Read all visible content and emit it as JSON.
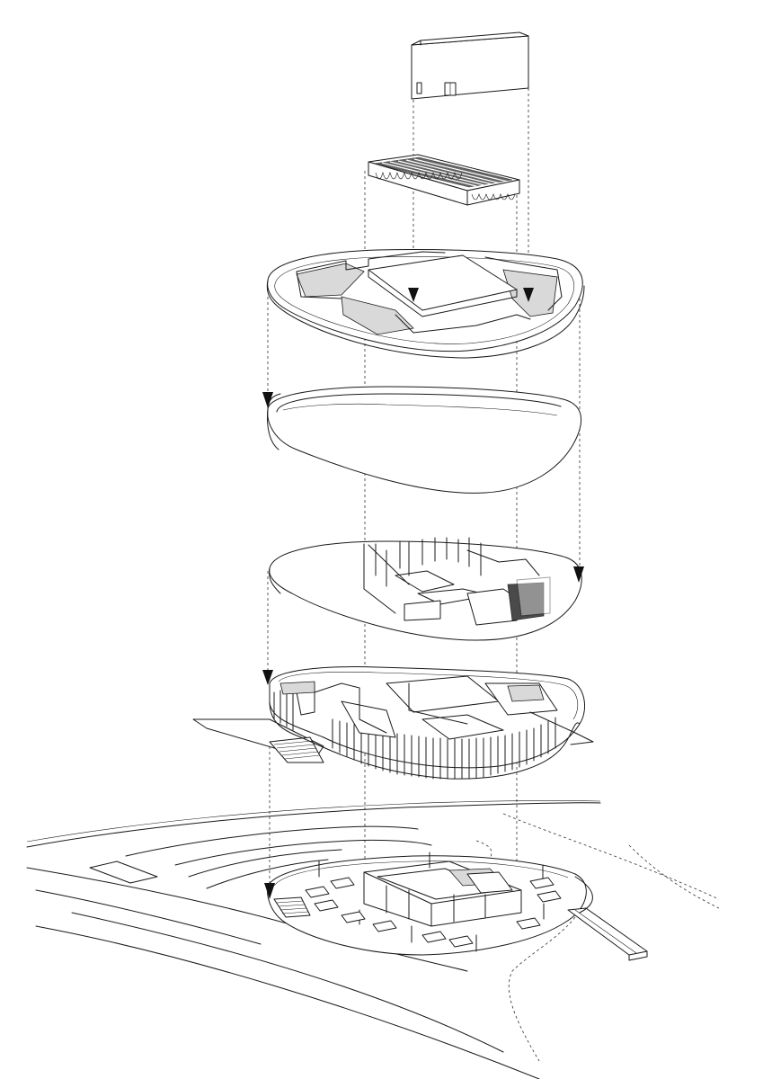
{
  "diagram": {
    "type": "exploded-axonometric",
    "layers": [
      {
        "name": "rooftop-box"
      },
      {
        "name": "roof-truss"
      },
      {
        "name": "upper-floor-plate"
      },
      {
        "name": "shell-band"
      },
      {
        "name": "mezzanine-level"
      },
      {
        "name": "ground-floor-facade"
      },
      {
        "name": "site-plinth"
      }
    ],
    "colors": {
      "line": "#1a1a1a",
      "fill_grey": "#d9d9d9",
      "dark": "#4a4a4a",
      "background": "#ffffff"
    }
  }
}
